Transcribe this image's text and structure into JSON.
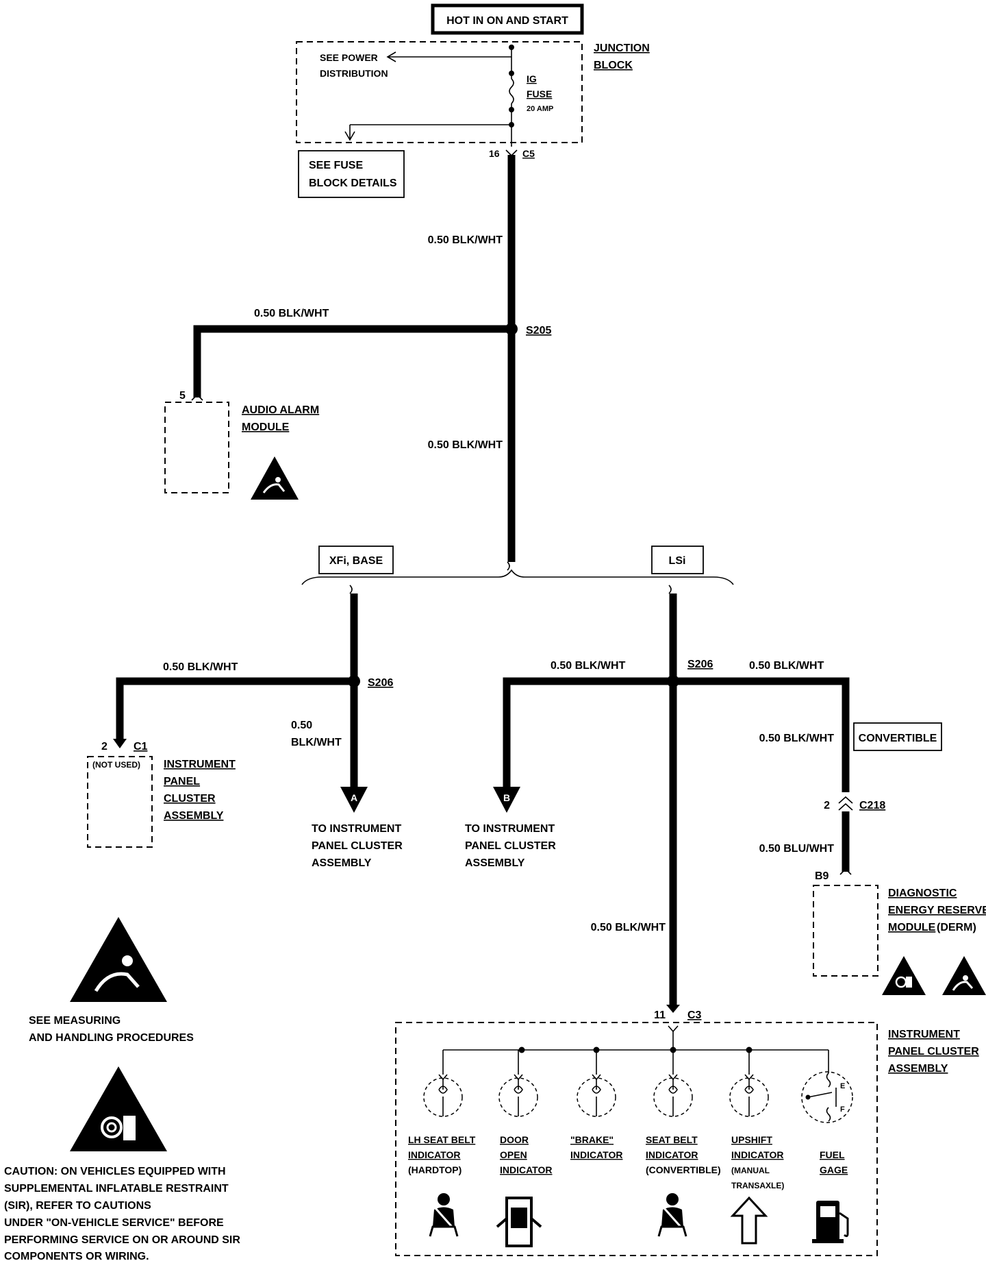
{
  "power_header": "HOT IN ON AND START",
  "junction_block": {
    "title_line1": "JUNCTION",
    "title_line2": "BLOCK",
    "power_ref_line1": "SEE POWER",
    "power_ref_line2": "DISTRIBUTION",
    "fuse_line1": "IG",
    "fuse_line2": "FUSE",
    "fuse_rating": "20 AMP",
    "fuse_block_ref_line1": "SEE FUSE",
    "fuse_block_ref_line2": "BLOCK DETAILS"
  },
  "connectors": {
    "c5_pin": "16",
    "c5": "C5",
    "s205": "S205",
    "alarm_pin": "5",
    "s206_left": "S206",
    "s206_right": "S206",
    "c1_pin": "2",
    "c1": "C1",
    "c218_pin": "2",
    "c218": "C218",
    "b9": "B9",
    "c3_pin": "11",
    "c3": "C3"
  },
  "wires": {
    "main_upper": "0.50 BLK/WHT",
    "alarm_branch": "0.50 BLK/WHT",
    "main_mid": "0.50 BLK/WHT",
    "left_branch": "0.50 BLK/WHT",
    "to_a_line1": "0.50",
    "to_a_line2": "BLK/WHT",
    "right_left_branch": "0.50 BLK/WHT",
    "right_right_branch": "0.50 BLK/WHT",
    "derm_upper": "0.50 BLK/WHT",
    "derm_lower": "0.50 BLU/WHT",
    "cluster_feed": "0.50 BLK/WHT"
  },
  "options": {
    "left": "XFi, BASE",
    "right": "LSi",
    "convertible": "CONVERTIBLE"
  },
  "components": {
    "audio_alarm_line1": "AUDIO ALARM",
    "audio_alarm_line2": "MODULE",
    "ipc_left_line1": "INSTRUMENT",
    "ipc_left_line2": "PANEL",
    "ipc_left_line3": "CLUSTER",
    "ipc_left_line4": "ASSEMBLY",
    "not_used": "(NOT USED)",
    "derm_line1": "DIAGNOSTIC",
    "derm_line2": "ENERGY RESERVE",
    "derm_line3_a": "MODULE",
    "derm_line3_b": "(DERM)",
    "ipc_main_line1": "INSTRUMENT",
    "ipc_main_line2": "PANEL CLUSTER",
    "ipc_main_line3": "ASSEMBLY"
  },
  "offpage": {
    "a_letter": "A",
    "a_line1": "TO INSTRUMENT",
    "a_line2": "PANEL CLUSTER",
    "a_line3": "ASSEMBLY",
    "b_letter": "B",
    "b_line1": "TO INSTRUMENT",
    "b_line2": "PANEL CLUSTER",
    "b_line3": "ASSEMBLY"
  },
  "indicators": {
    "lh_seat_1": "LH SEAT BELT",
    "lh_seat_2": "INDICATOR",
    "lh_seat_3": "(HARDTOP)",
    "door_1": "DOOR",
    "door_2": "OPEN",
    "door_3": "INDICATOR",
    "brake_1": "\"BRAKE\"",
    "brake_2": "INDICATOR",
    "seat_conv_1": "SEAT BELT",
    "seat_conv_2": "INDICATOR",
    "seat_conv_3": "(CONVERTIBLE)",
    "upshift_1": "UPSHIFT",
    "upshift_2": "INDICATOR",
    "upshift_3": "(MANUAL",
    "upshift_4": "TRANSAXLE)",
    "fuel_1": "FUEL",
    "fuel_2": "GAGE",
    "gauge_e": "E",
    "gauge_f": "F"
  },
  "notes": {
    "esd_line1": "SEE  MEASURING",
    "esd_line2": "AND HANDLING PROCEDURES",
    "caution_line1": "CAUTION:  ON VEHICLES EQUIPPED WITH",
    "caution_line2": "SUPPLEMENTAL INFLATABLE RESTRAINT",
    "caution_line3": "(SIR), REFER TO CAUTIONS",
    "caution_line4": "UNDER \"ON-VEHICLE SERVICE\" BEFORE",
    "caution_line5": "PERFORMING SERVICE ON OR AROUND SIR",
    "caution_line6": "COMPONENTS OR WIRING."
  },
  "icons": [
    "esd-warning-icon",
    "sir-airbag-warning-icon",
    "seat-belt-icon",
    "door-open-icon",
    "upshift-arrow-icon",
    "fuel-pump-icon",
    "bulb-icon",
    "gauge-icon"
  ]
}
